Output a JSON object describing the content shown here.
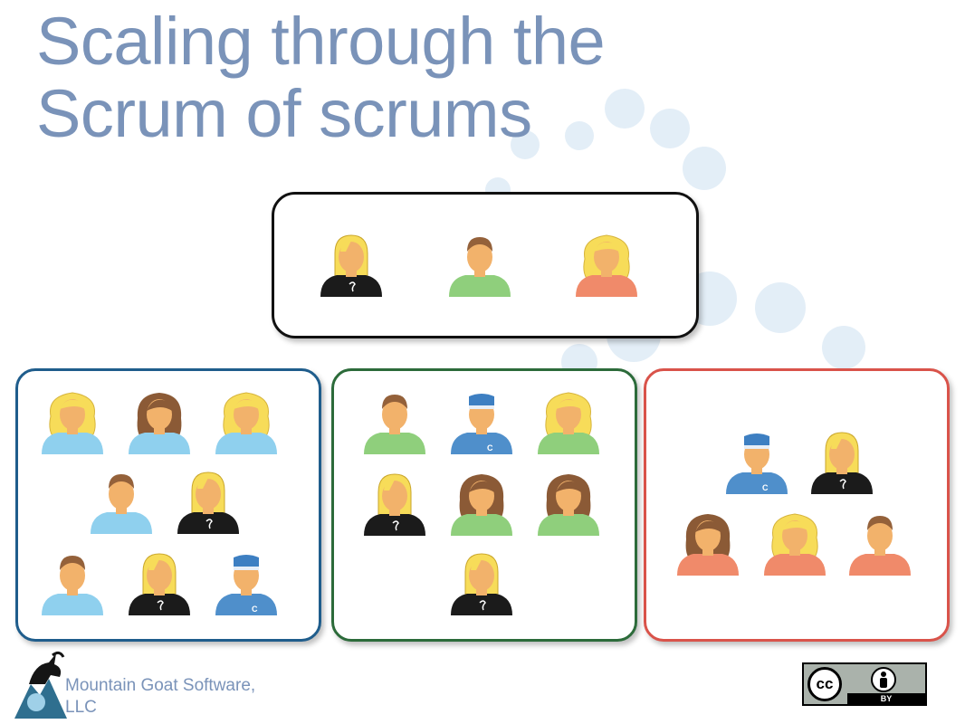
{
  "slide": {
    "title_line1": "Scaling through the",
    "title_line2": "Scrum of scrums"
  },
  "colors": {
    "title": "#7a93b9",
    "team_top_border": "#111111",
    "team_blue_border": "#1f5d8c",
    "team_green_border": "#2c6b3a",
    "team_red_border": "#d9534a",
    "bubble": "#e3eef7"
  },
  "palette": {
    "skin": "#f2b26b",
    "blonde": "#f7dc59",
    "brunette": "#8b5a36",
    "brown": "#94613a",
    "shirt_black": "#1b1b1b",
    "shirt_green": "#8fcf7c",
    "shirt_orange": "#f08a6a",
    "shirt_lightblue": "#8fd0ee",
    "shirt_blue": "#4f8fcb",
    "cap_blue": "#3d7fc2"
  },
  "teams": {
    "top": [
      {
        "type": "long-blonde",
        "shirt": "black"
      },
      {
        "type": "short-hair",
        "shirt": "green"
      },
      {
        "type": "curly-blonde",
        "shirt": "orange"
      }
    ],
    "blue": [
      {
        "type": "curly-blonde",
        "shirt": "lightblue"
      },
      {
        "type": "brunette",
        "shirt": "lightblue"
      },
      {
        "type": "curly-blonde",
        "shirt": "lightblue"
      },
      {
        "type": "short-hair",
        "shirt": "lightblue"
      },
      {
        "type": "long-blonde",
        "shirt": "black"
      },
      {
        "type": "short-hair",
        "shirt": "lightblue"
      },
      {
        "type": "long-blonde",
        "shirt": "black"
      },
      {
        "type": "cap",
        "shirt": "blue"
      }
    ],
    "green": [
      {
        "type": "short-hair",
        "shirt": "green"
      },
      {
        "type": "cap",
        "shirt": "blue"
      },
      {
        "type": "curly-blonde",
        "shirt": "green"
      },
      {
        "type": "long-blonde",
        "shirt": "black"
      },
      {
        "type": "brunette",
        "shirt": "green"
      },
      {
        "type": "brunette",
        "shirt": "green"
      },
      {
        "type": "long-blonde",
        "shirt": "black"
      }
    ],
    "red": [
      {
        "type": "cap",
        "shirt": "blue"
      },
      {
        "type": "long-blonde",
        "shirt": "black"
      },
      {
        "type": "brunette",
        "shirt": "orange"
      },
      {
        "type": "curly-blonde",
        "shirt": "orange"
      },
      {
        "type": "short-hair",
        "shirt": "orange"
      }
    ]
  },
  "footer": {
    "company": "Mountain Goat Software,",
    "company_suffix": "LLC",
    "license_icon": "cc-by-icon",
    "license_cc_text": "cc",
    "license_by_text": "BY",
    "logo_icon": "mountain-goat-logo"
  }
}
